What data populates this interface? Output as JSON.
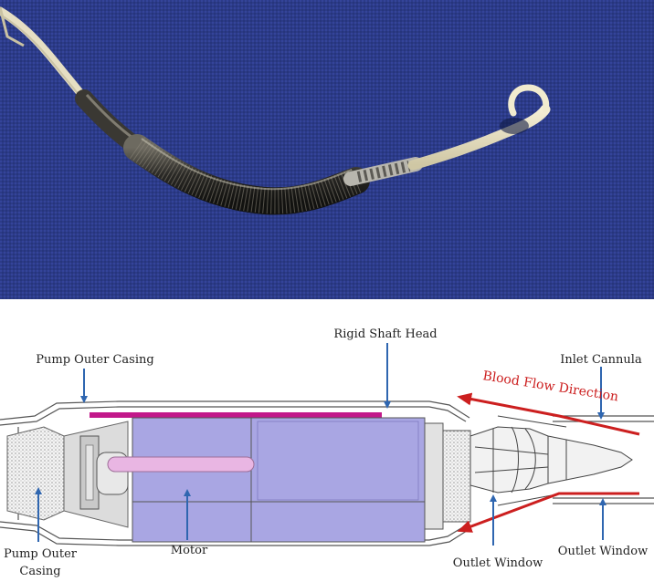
{
  "labels": {
    "rigid_shaft_head": "Rigid Shaft Head",
    "pump_outer_casing_top": "Pump Outer Casing",
    "inlet_cannula": "Inlet Cannula",
    "blood_flow_direction": "Blood Flow Direction",
    "pump_outer_casing_bottom_line1": "Pump Outer",
    "pump_outer_casing_bottom_line2": "Casing",
    "motor": "Motor",
    "outlet_window_center": "Outlet Window",
    "outlet_window_right": "Outlet Window"
  },
  "colors": {
    "fabric": "#2b3a86",
    "arrow_blue": "#2f66b0",
    "flow_red": "#cc1f1f",
    "motor_fill": "#a9a6e3",
    "shaft_pink": "#e9b6e3",
    "shaft_head_magenta": "#c2188a"
  }
}
